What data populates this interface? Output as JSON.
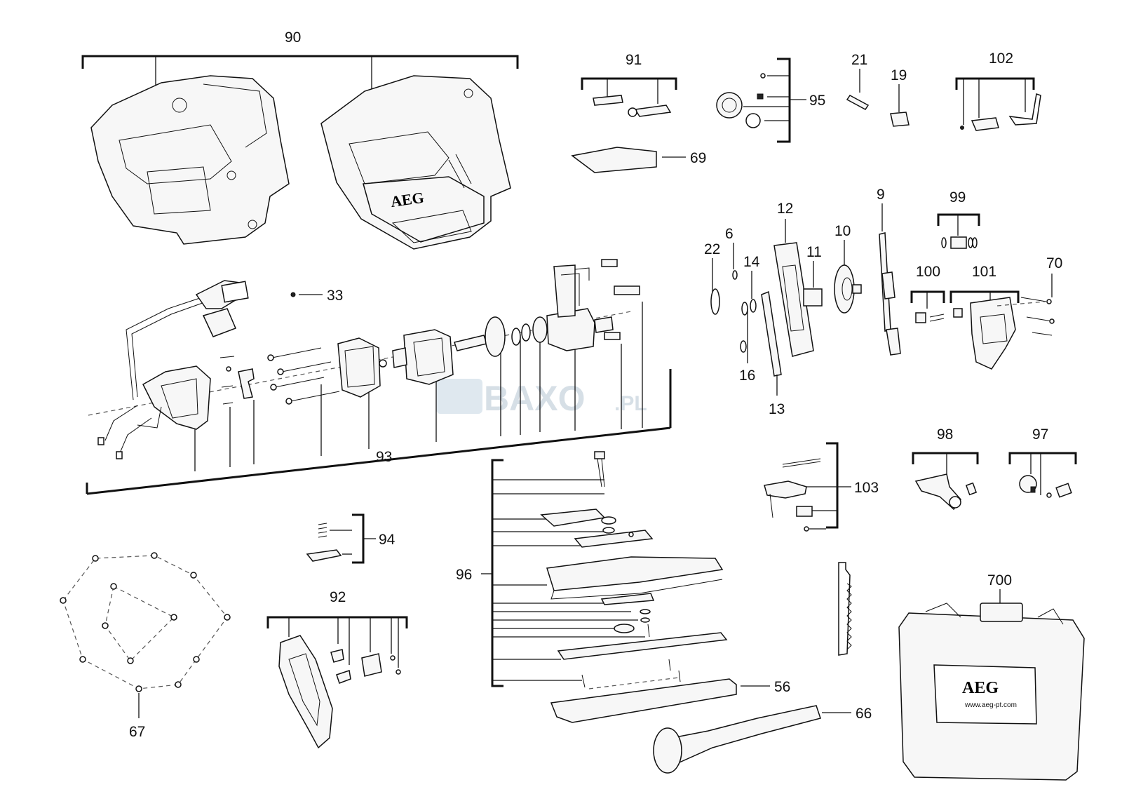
{
  "watermark": {
    "main": "BAXO",
    "suffix": ".PL"
  },
  "brand": {
    "housing_logo": "AEG",
    "case_logo": "AEG",
    "case_url": "www.aeg-pt.com"
  },
  "labels": {
    "90": "90",
    "91": "91",
    "95": "95",
    "21": "21",
    "19": "19",
    "102": "102",
    "69": "69",
    "33": "33",
    "12": "12",
    "9": "9",
    "99": "99",
    "6": "6",
    "10": "10",
    "22": "22",
    "14": "14",
    "11": "11",
    "100": "100",
    "101": "101",
    "70": "70",
    "16": "16",
    "13": "13",
    "93": "93",
    "98": "98",
    "97": "97",
    "103": "103",
    "94": "94",
    "96": "96",
    "700": "700",
    "92": "92",
    "56": "56",
    "66": "66",
    "67": "67"
  }
}
